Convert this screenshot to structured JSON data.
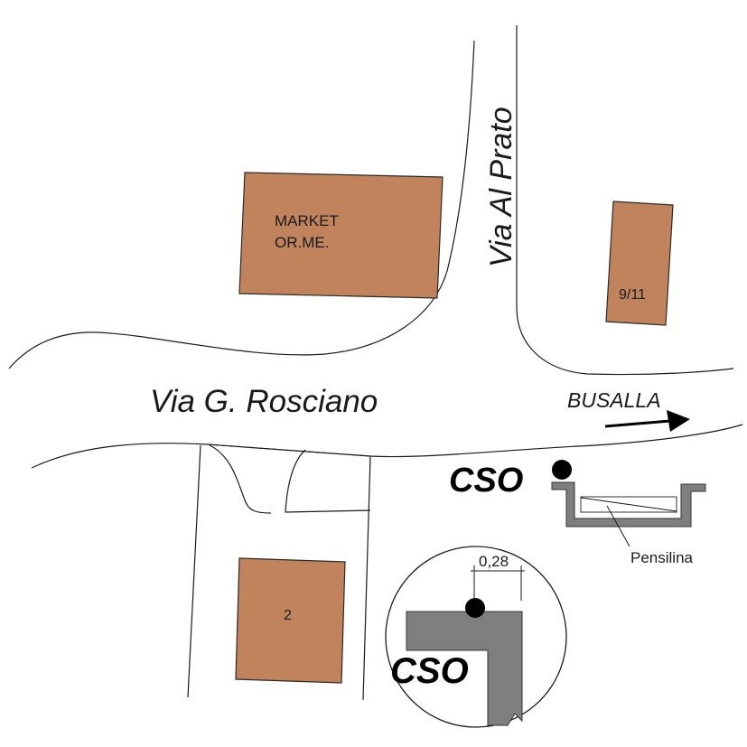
{
  "streets": {
    "via_al_prato": "Via Al Prato",
    "via_rosciano": "Via G. Rosciano",
    "busalla": "BUSALLA"
  },
  "buildings": {
    "market_line1": "MARKET",
    "market_line2": "OR.ME.",
    "building_9_11": "9/11",
    "building_2": "2"
  },
  "cso": {
    "label_main": "CSO",
    "label_detail": "CSO",
    "dimension": "0,28",
    "shelter_label": "Pensilina"
  },
  "colors": {
    "building_fill": "#c0835c",
    "structure_grey": "#7f7f7f",
    "cso_point": "#000000"
  },
  "icons": {
    "direction": "right-arrow-icon",
    "outfall": "cso-point-icon"
  }
}
